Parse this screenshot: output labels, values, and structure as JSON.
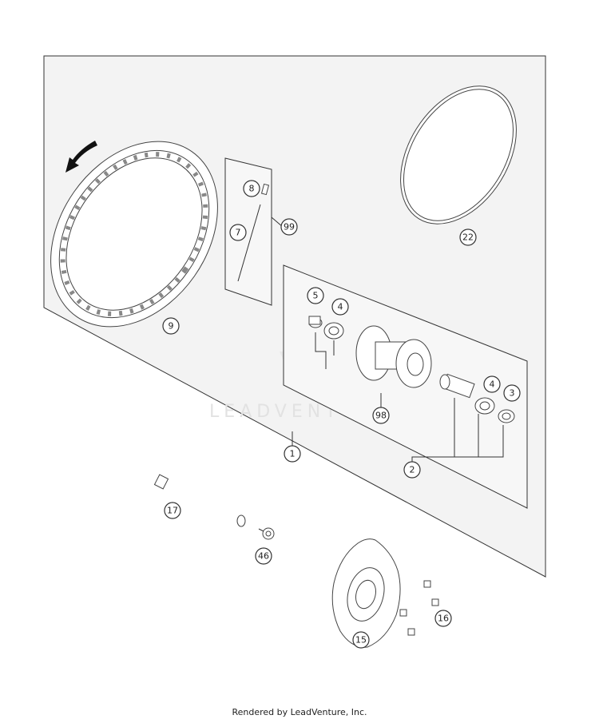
{
  "callouts": [
    {
      "id": "c1",
      "label": "1"
    },
    {
      "id": "c2",
      "label": "2"
    },
    {
      "id": "c3",
      "label": "3"
    },
    {
      "id": "c4a",
      "label": "4"
    },
    {
      "id": "c4b",
      "label": "4"
    },
    {
      "id": "c5",
      "label": "5"
    },
    {
      "id": "c7",
      "label": "7"
    },
    {
      "id": "c8",
      "label": "8"
    },
    {
      "id": "c9",
      "label": "9"
    },
    {
      "id": "c15",
      "label": "15"
    },
    {
      "id": "c16",
      "label": "16"
    },
    {
      "id": "c17",
      "label": "17"
    },
    {
      "id": "c22",
      "label": "22"
    },
    {
      "id": "c46",
      "label": "46"
    },
    {
      "id": "c98",
      "label": "98"
    },
    {
      "id": "c99",
      "label": "99"
    }
  ],
  "watermark": "LEADVENTURE",
  "footer": "Rendered by LeadVenture, Inc.",
  "colors": {
    "line": "#333333",
    "panel": "#f3f3f3",
    "arrow": "#111111"
  }
}
